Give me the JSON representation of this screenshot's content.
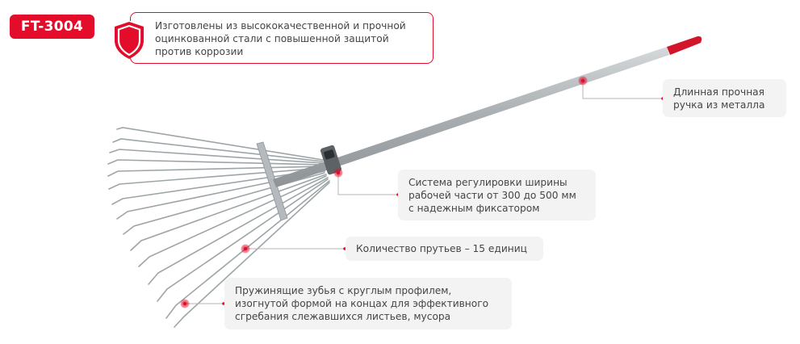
{
  "badge": {
    "model": "FT-3004"
  },
  "main_feature": {
    "icon": "shield-icon",
    "lines": [
      "Изготовлены из высококачественной и прочной",
      "оцинкованной стали с повышенной защитой",
      "против коррозии"
    ]
  },
  "callouts": {
    "handle": {
      "lines": [
        "Длинная прочная",
        "ручка из металла"
      ]
    },
    "adjust": {
      "lines": [
        "Система регулировки ширины",
        "рабочей части от 300 до 500 мм",
        "с надежным фиксатором"
      ]
    },
    "rods": {
      "lines": [
        "Количество прутьев – 15 единиц"
      ]
    },
    "teeth": {
      "lines": [
        "Пружинящие зубья с круглым профилем,",
        "изогнутой формой на концах для эффективного",
        "сгребания слежавшихся листьев, мусора"
      ]
    }
  },
  "colors": {
    "accent": "#e30c2a",
    "callout_bg": "#f3f3f3",
    "metal": "#a9b0b3",
    "grip": "#d3152c",
    "leader": "#b5b5b5"
  }
}
